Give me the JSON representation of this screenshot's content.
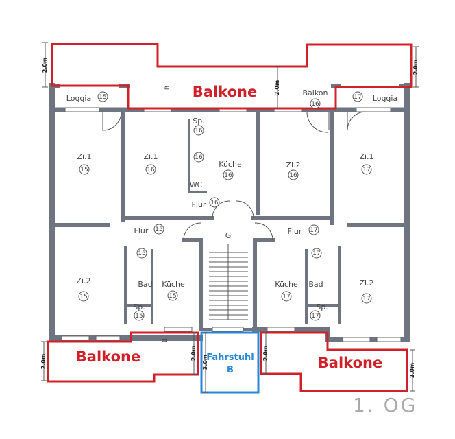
{
  "floor_label": "1. OG",
  "balconies": {
    "top": "Balkone",
    "bottom_left": "Balkone",
    "bottom_right": "Balkone"
  },
  "elevator": {
    "line1": "Fahrstuhl",
    "line2": "B"
  },
  "dimensions": {
    "top_left": "2.0m",
    "top_middle": "2.0m",
    "top_right": "2.0m",
    "bottom_left": "2.0m",
    "bottom_mid_left": "2.0m",
    "elevator": "3.0m",
    "bottom_mid_right": "2.0m",
    "bottom_right": "2.0m"
  },
  "section_marks": {
    "top": "B",
    "bottom": "B"
  },
  "rooms": {
    "loggia15": {
      "name": "Loggia",
      "unit": "15"
    },
    "loggia17": {
      "name": "Loggia",
      "unit": "17"
    },
    "balkon16": {
      "name": "Balkon",
      "unit": "16"
    },
    "sp16": {
      "name": "Sp.",
      "unit": "16"
    },
    "wc16": {
      "name": "WC",
      "unit": "16"
    },
    "kueche16": {
      "name": "Küche",
      "unit": "16"
    },
    "zi1_15": {
      "name": "Zi.1",
      "unit": "15"
    },
    "zi1_16": {
      "name": "Zi.1",
      "unit": "16"
    },
    "zi2_16": {
      "name": "Zi.2",
      "unit": "16"
    },
    "zi1_17": {
      "name": "Zi.1",
      "unit": "17"
    },
    "flur16": {
      "name": "Flur",
      "unit": "16"
    },
    "stair": {
      "name": "G"
    },
    "flur15": {
      "name": "Flur",
      "unit": "15"
    },
    "flur17": {
      "name": "Flur",
      "unit": "17"
    },
    "zi2_15": {
      "name": "Zi.2",
      "unit": "15"
    },
    "bad15": {
      "name": "Bad",
      "unit": "15"
    },
    "kueche15": {
      "name": "Küche",
      "unit": "15"
    },
    "sp15": {
      "name": "Sp.",
      "unit": "15"
    },
    "kueche17": {
      "name": "Küche",
      "unit": "17"
    },
    "bad17": {
      "name": "Bad",
      "unit": "17"
    },
    "sp17": {
      "name": "Sp.",
      "unit": "17"
    },
    "zi2_17": {
      "name": "Zi.2",
      "unit": "17"
    }
  }
}
